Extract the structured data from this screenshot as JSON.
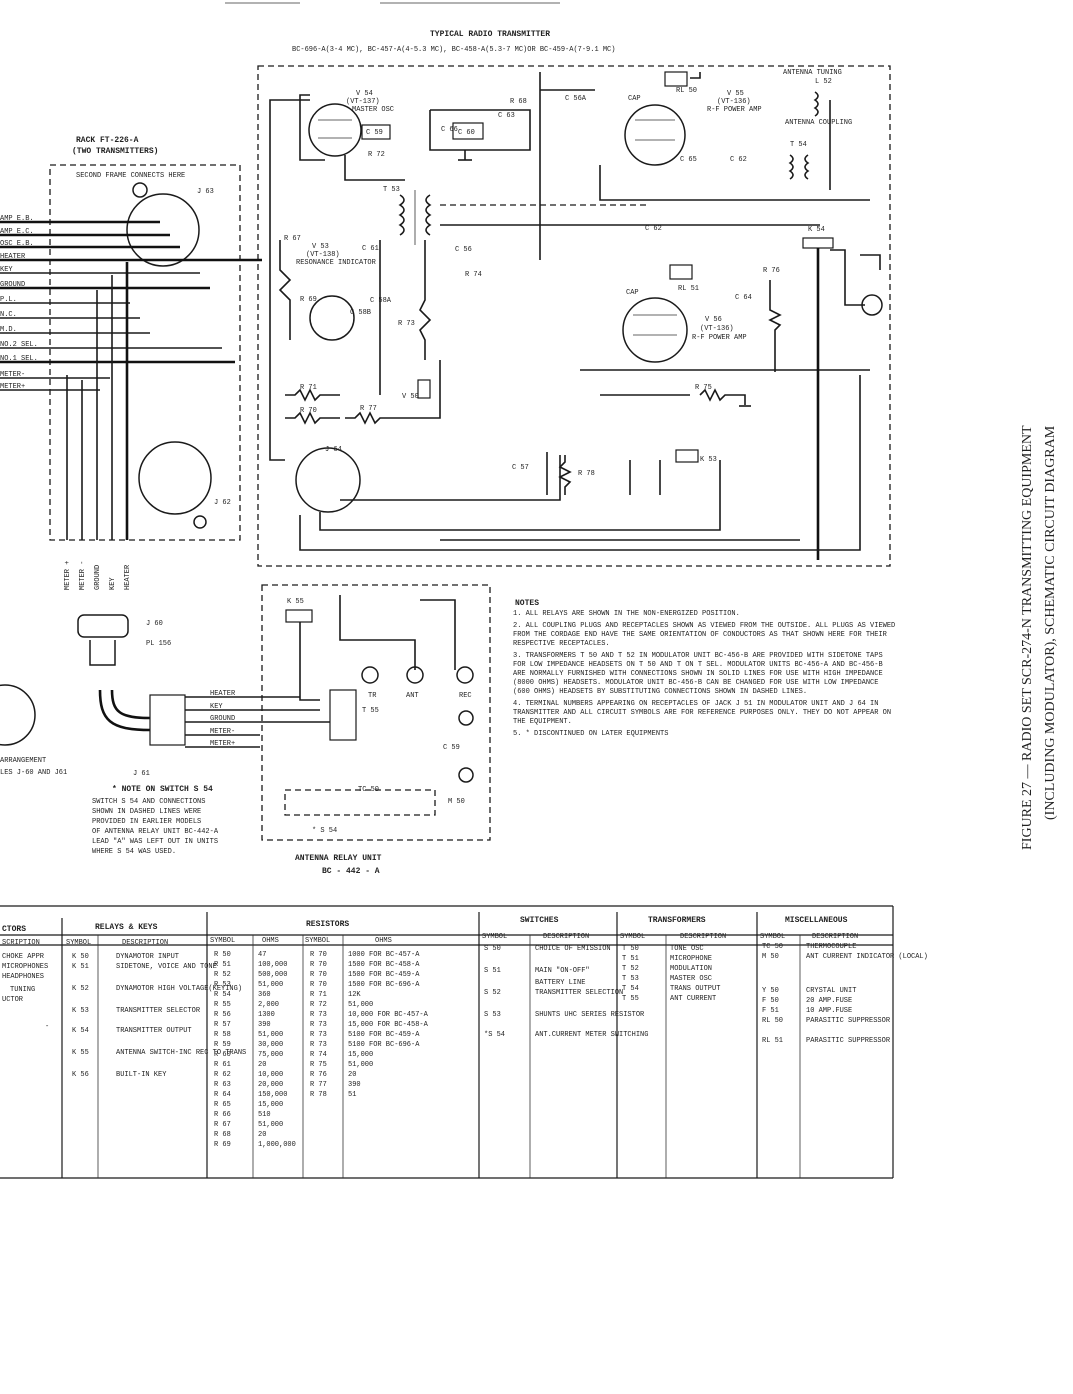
{
  "figure_caption": "FIGURE 27 — RADIO SET SCR-274-N TRANSMITTING EQUIPMENT",
  "figure_subcaption": "(INCLUDING MODULATOR), SCHEMATIC CIRCUIT DIAGRAM",
  "transmitter": {
    "title": "TYPICAL RADIO TRANSMITTER",
    "subtitle": "BC-696-A(3-4 MC), BC-457-A(4-5.3 MC), BC-458-A(5.3-7 MC)OR BC-459-A(7-9.1 MC)",
    "labels": {
      "v54": "V 54",
      "v54_type": "(VT-137)",
      "v54_name": "MASTER OSC",
      "v55": "V 55",
      "v55_type": "(VT-136)",
      "v55_name": "R-F POWER AMP",
      "v56": "V 56",
      "v56_type": "(VT-136)",
      "v56_name": "R-F POWER AMP",
      "v53": "V 53",
      "v53_type": "(VT-138)",
      "v53_name": "RESONANCE INDICATOR",
      "v50": "V 50",
      "antenna_tuning": "ANTENNA TUNING",
      "l52": "L 52",
      "antenna_coupling": "ANTENNA COUPLING",
      "t54": "T 54",
      "t53": "T 53",
      "k54": "K 54",
      "k53": "K 53",
      "j64": "J 64",
      "rl50": "RL 50",
      "rl51": "RL 51",
      "cap": "CAP",
      "cap2": "CAP",
      "r68": "R 68",
      "c56a": "C 56A",
      "c59": "C 59",
      "c66": "C 66",
      "c60": "C 60",
      "c63": "C 63",
      "c65": "C 65",
      "c62": "C 62",
      "c61": "C 61",
      "c58": "C 58B",
      "c58a": "C 58A",
      "c64": "C 64",
      "r67": "R 67",
      "r69": "R 69",
      "r72": "R 72",
      "r73": "R 73",
      "r71": "R 71",
      "r70": "R 70",
      "r77": "R 77",
      "r74": "R 74",
      "r75": "R 75",
      "r76": "R 76",
      "r78": "R 78",
      "c57": "C 57",
      "c56": "C 56"
    }
  },
  "rack": {
    "title": "RACK FT-226-A",
    "subtitle": "(TWO TRANSMITTERS)",
    "note": "SECOND FRAME CONNECTS HERE",
    "j63": "J 63",
    "j62": "J 62",
    "leads": [
      "AMP E.B.",
      "AMP E.C.",
      "OSC E.B.",
      "HEATER",
      "KEY",
      "GROUND",
      "P.L.",
      "N.C.",
      "M.D.",
      "NO.2 SEL.",
      "NO.1 SEL.",
      "METER-",
      "METER+"
    ],
    "bottom_leads": [
      "METER +",
      "METER -",
      "GROUND",
      "KEY",
      "HEATER"
    ]
  },
  "plug": {
    "j60": "J 60",
    "pl156": "PL 156",
    "j61": "J 61",
    "arrangement": "ARRANGEMENT",
    "sockets": "LES J-60 AND J61"
  },
  "switch_note": {
    "title": "* NOTE ON SWITCH S 54",
    "text": [
      "SWITCH S 54 AND CONNECTIONS",
      "SHOWN IN DASHED LINES WERE",
      "PROVIDED IN EARLIER MODELS",
      "OF ANTENNA RELAY UNIT BC-442-A",
      "LEAD \"A\" WAS LEFT OUT IN UNITS",
      "WHERE S 54 WAS USED."
    ]
  },
  "antenna_relay": {
    "title": "ANTENNA RELAY UNIT",
    "subtitle": "BC - 442 - A",
    "leads": [
      "HEATER",
      "KEY",
      "GROUND",
      "METER-",
      "METER+"
    ],
    "labels": {
      "k55": "K 55",
      "s54": "* S 54",
      "tr": "TR",
      "ant": "ANT",
      "rec": "REC",
      "c59": "C 59",
      "m50": "M 50",
      "tc50": "TC 50",
      "t55": "T 55"
    }
  },
  "notes": {
    "title": "NOTES",
    "items": [
      "1.  ALL RELAYS ARE SHOWN IN THE NON-ENERGIZED POSITION.",
      "2.  ALL COUPLING PLUGS AND RECEPTACLES SHOWN AS VIEWED FROM THE OUTSIDE. ALL PLUGS AS VIEWED FROM THE CORDAGE END HAVE THE SAME ORIENTATION OF CONDUCTORS AS THAT SHOWN HERE FOR THEIR RESPECTIVE RECEPTACLES.",
      "3.  TRANSFORMERS T 50 AND T 52 IN MODULATOR UNIT BC-456-B ARE PROVIDED WITH SIDETONE TAPS FOR LOW IMPEDANCE HEADSETS ON T 50 AND T ON T SEL. MODULATOR UNITS BC-456-A AND BC-456-B ARE NORMALLY FURNISHED WITH CONNECTIONS SHOWN IN SOLID LINES FOR USE WITH HIGH IMPEDANCE (8000 OHMS) HEADSETS. MODULATOR UNIT BC-456-B CAN BE CHANGED FOR USE WITH LOW IMPEDANCE (600 OHMS) HEADSETS BY SUBSTITUTING CONNECTIONS SHOWN IN DASHED LINES.",
      "4.  TERMINAL NUMBERS APPEARING ON RECEPTACLES OF JACK J 51 IN MODULATOR UNIT AND J 64 IN TRANSMITTER AND ALL CIRCUIT SYMBOLS ARE FOR REFERENCE PURPOSES ONLY. THEY DO NOT APPEAR ON THE EQUIPMENT.",
      "5.  * DISCONTINUED ON LATER EQUIPMENTS"
    ]
  },
  "table": {
    "sections": {
      "capacitors": {
        "title": "CTORS",
        "desc_header": "SCRIPTION",
        "rows": [
          "CHOKE APPR",
          "MICROPHONES",
          "HEADPHONES",
          "TUNING",
          "UCTOR",
          "-"
        ]
      },
      "relays": {
        "title": "RELAYS & KEYS",
        "h1": "SYMBOL",
        "h2": "DESCRIPTION",
        "rows": [
          [
            "K 50",
            "DYNAMOTOR INPUT"
          ],
          [
            "K 51",
            "SIDETONE, VOICE AND TONE"
          ],
          [
            "K 52",
            "DYNAMOTOR HIGH VOLTAGE(KEYING)"
          ],
          [
            "K 53",
            "TRANSMITTER SELECTOR"
          ],
          [
            "K 54",
            "TRANSMITTER OUTPUT"
          ],
          [
            "K 55",
            "ANTENNA SWITCH-INC REC TO TRANS"
          ],
          [
            "K 56",
            "BUILT-IN KEY"
          ]
        ]
      },
      "resistors": {
        "title": "RESISTORS",
        "h1": "SYMBOL",
        "h2": "OHMS",
        "h3": "SYMBOL",
        "h4": "OHMS",
        "left": [
          [
            "R 50",
            "47"
          ],
          [
            "R 51",
            "100,000"
          ],
          [
            "R 52",
            "500,000"
          ],
          [
            "R 53",
            "51,000"
          ],
          [
            "R 54",
            "360"
          ],
          [
            "R 55",
            "2,000"
          ],
          [
            "R 56",
            "1300"
          ],
          [
            "R 57",
            "390"
          ],
          [
            "R 58",
            "51,000"
          ],
          [
            "R 59",
            "30,000"
          ],
          [
            "R 60",
            "75,000"
          ],
          [
            "R 61",
            "20"
          ],
          [
            "R 62",
            "10,000"
          ],
          [
            "R 63",
            "20,000"
          ],
          [
            "R 64",
            "150,000"
          ],
          [
            "R 65",
            "15,000"
          ],
          [
            "R 66",
            "510"
          ],
          [
            "R 67",
            "51,000"
          ],
          [
            "R 68",
            "20"
          ],
          [
            "R 69",
            "1,000,000"
          ]
        ],
        "right": [
          [
            "R 70",
            "1000 FOR BC-457-A"
          ],
          [
            "R 70",
            "1500 FOR BC-458-A"
          ],
          [
            "R 70",
            "1500 FOR BC-459-A"
          ],
          [
            "R 70",
            "1500 FOR BC-696-A"
          ],
          [
            "R 71",
            "12K"
          ],
          [
            "R 72",
            "51,000"
          ],
          [
            "R 73",
            "10,000 FOR BC-457-A"
          ],
          [
            "R 73",
            "15,000 FOR BC-458-A"
          ],
          [
            "R 73",
            "5100 FOR BC-459-A"
          ],
          [
            "R 73",
            "5100 FOR BC-696-A"
          ],
          [
            "R 74",
            "15,000"
          ],
          [
            "R 75",
            "51,000"
          ],
          [
            "R 76",
            "20"
          ],
          [
            "R 77",
            "390"
          ],
          [
            "R 78",
            "51"
          ]
        ]
      },
      "switches": {
        "title": "SWITCHES",
        "h1": "SYMBOL",
        "h2": "DESCRIPTION",
        "rows": [
          [
            "S 50",
            "CHOICE OF EMISSION"
          ],
          [
            "S 51",
            "MAIN \"ON-OFF\""
          ],
          [
            "",
            "BATTERY LINE"
          ],
          [
            "S 52",
            "TRANSMITTER SELECTION"
          ],
          [
            "S 53",
            "SHUNTS UHC SERIES RESISTOR"
          ],
          [
            "*S 54",
            "ANT.CURRENT METER SWITCHING"
          ]
        ]
      },
      "transformers": {
        "title": "TRANSFORMERS",
        "h1": "SYMBOL",
        "h2": "DESCRIPTION",
        "rows": [
          [
            "T 50",
            "TONE OSC"
          ],
          [
            "T 51",
            "MICROPHONE"
          ],
          [
            "T 52",
            "MODULATION"
          ],
          [
            "T 53",
            "MASTER OSC"
          ],
          [
            "T 54",
            "TRANS OUTPUT"
          ],
          [
            "T 55",
            "ANT CURRENT"
          ]
        ]
      },
      "misc": {
        "title": "MISCELLANEOUS",
        "h1": "SYMBOL",
        "h2": "DESCRIPTION",
        "rows": [
          [
            "TC 50",
            "THERMOCOUPLE"
          ],
          [
            "M 50",
            "ANT CURRENT INDICATOR (LOCAL)"
          ],
          [
            "Y 50",
            "CRYSTAL UNIT"
          ],
          [
            "F 50",
            "20 AMP.FUSE"
          ],
          [
            "F 51",
            "10 AMP.FUSE"
          ],
          [
            "RL 50",
            "PARASITIC SUPPRESSOR"
          ],
          [
            "RL 51",
            "PARASITIC SUPPRESSOR"
          ]
        ]
      }
    }
  }
}
